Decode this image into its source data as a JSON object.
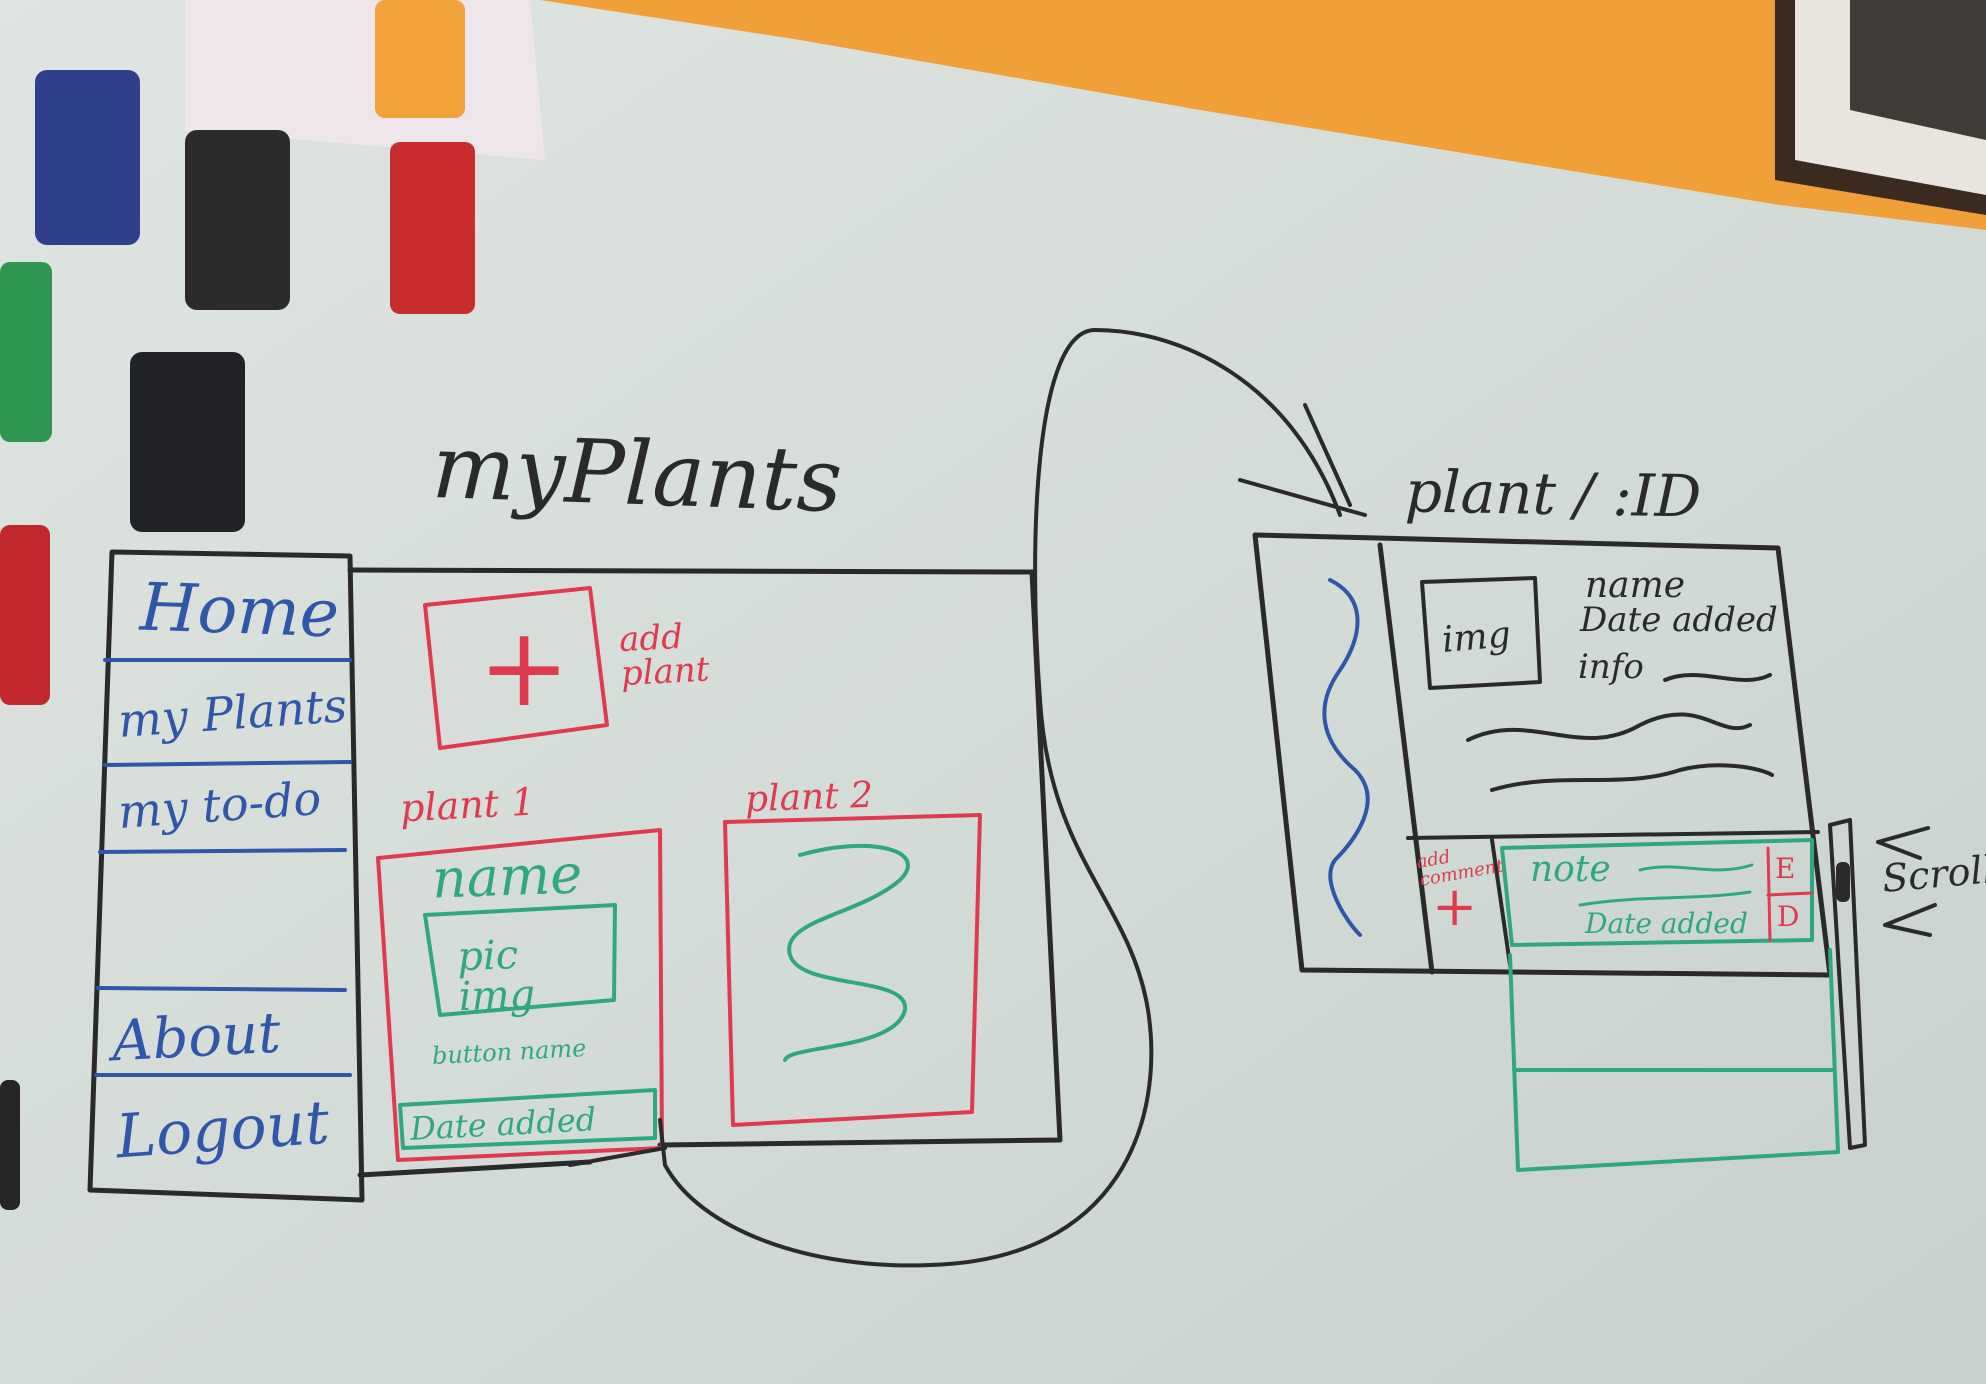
{
  "left_sketch": {
    "title": "myPlants",
    "nav_items": [
      "Home",
      "my Plants",
      "my to-do",
      "About",
      "Logout"
    ],
    "add_plant_symbol": "+",
    "add_plant_label": "add plant",
    "plant_card_1": {
      "heading": "plant 1",
      "name": "name",
      "pic": "pic img",
      "button": "button name",
      "date": "Date added"
    },
    "plant_card_2": {
      "heading": "plant 2"
    }
  },
  "right_sketch": {
    "title": "plant / :ID",
    "img_label": "img",
    "name_label": "name",
    "date_label": "Date added",
    "info_label": "info",
    "add_comment_label": "add comment",
    "add_symbol": "+",
    "note_label": "note",
    "note_date_label": "Date added",
    "edit_label": "E",
    "delete_label": "D",
    "scroll_label": "Scroll"
  },
  "colors": {
    "whiteboard": "#d5dcd8",
    "wall": "#f0a036",
    "black_marker": "#2a2a2a",
    "blue_marker": "#2f56a8",
    "red_marker": "#e03a4e",
    "green_marker": "#2fa882"
  },
  "magnets": [
    "blue",
    "black",
    "red",
    "orange",
    "green",
    "black",
    "red"
  ]
}
